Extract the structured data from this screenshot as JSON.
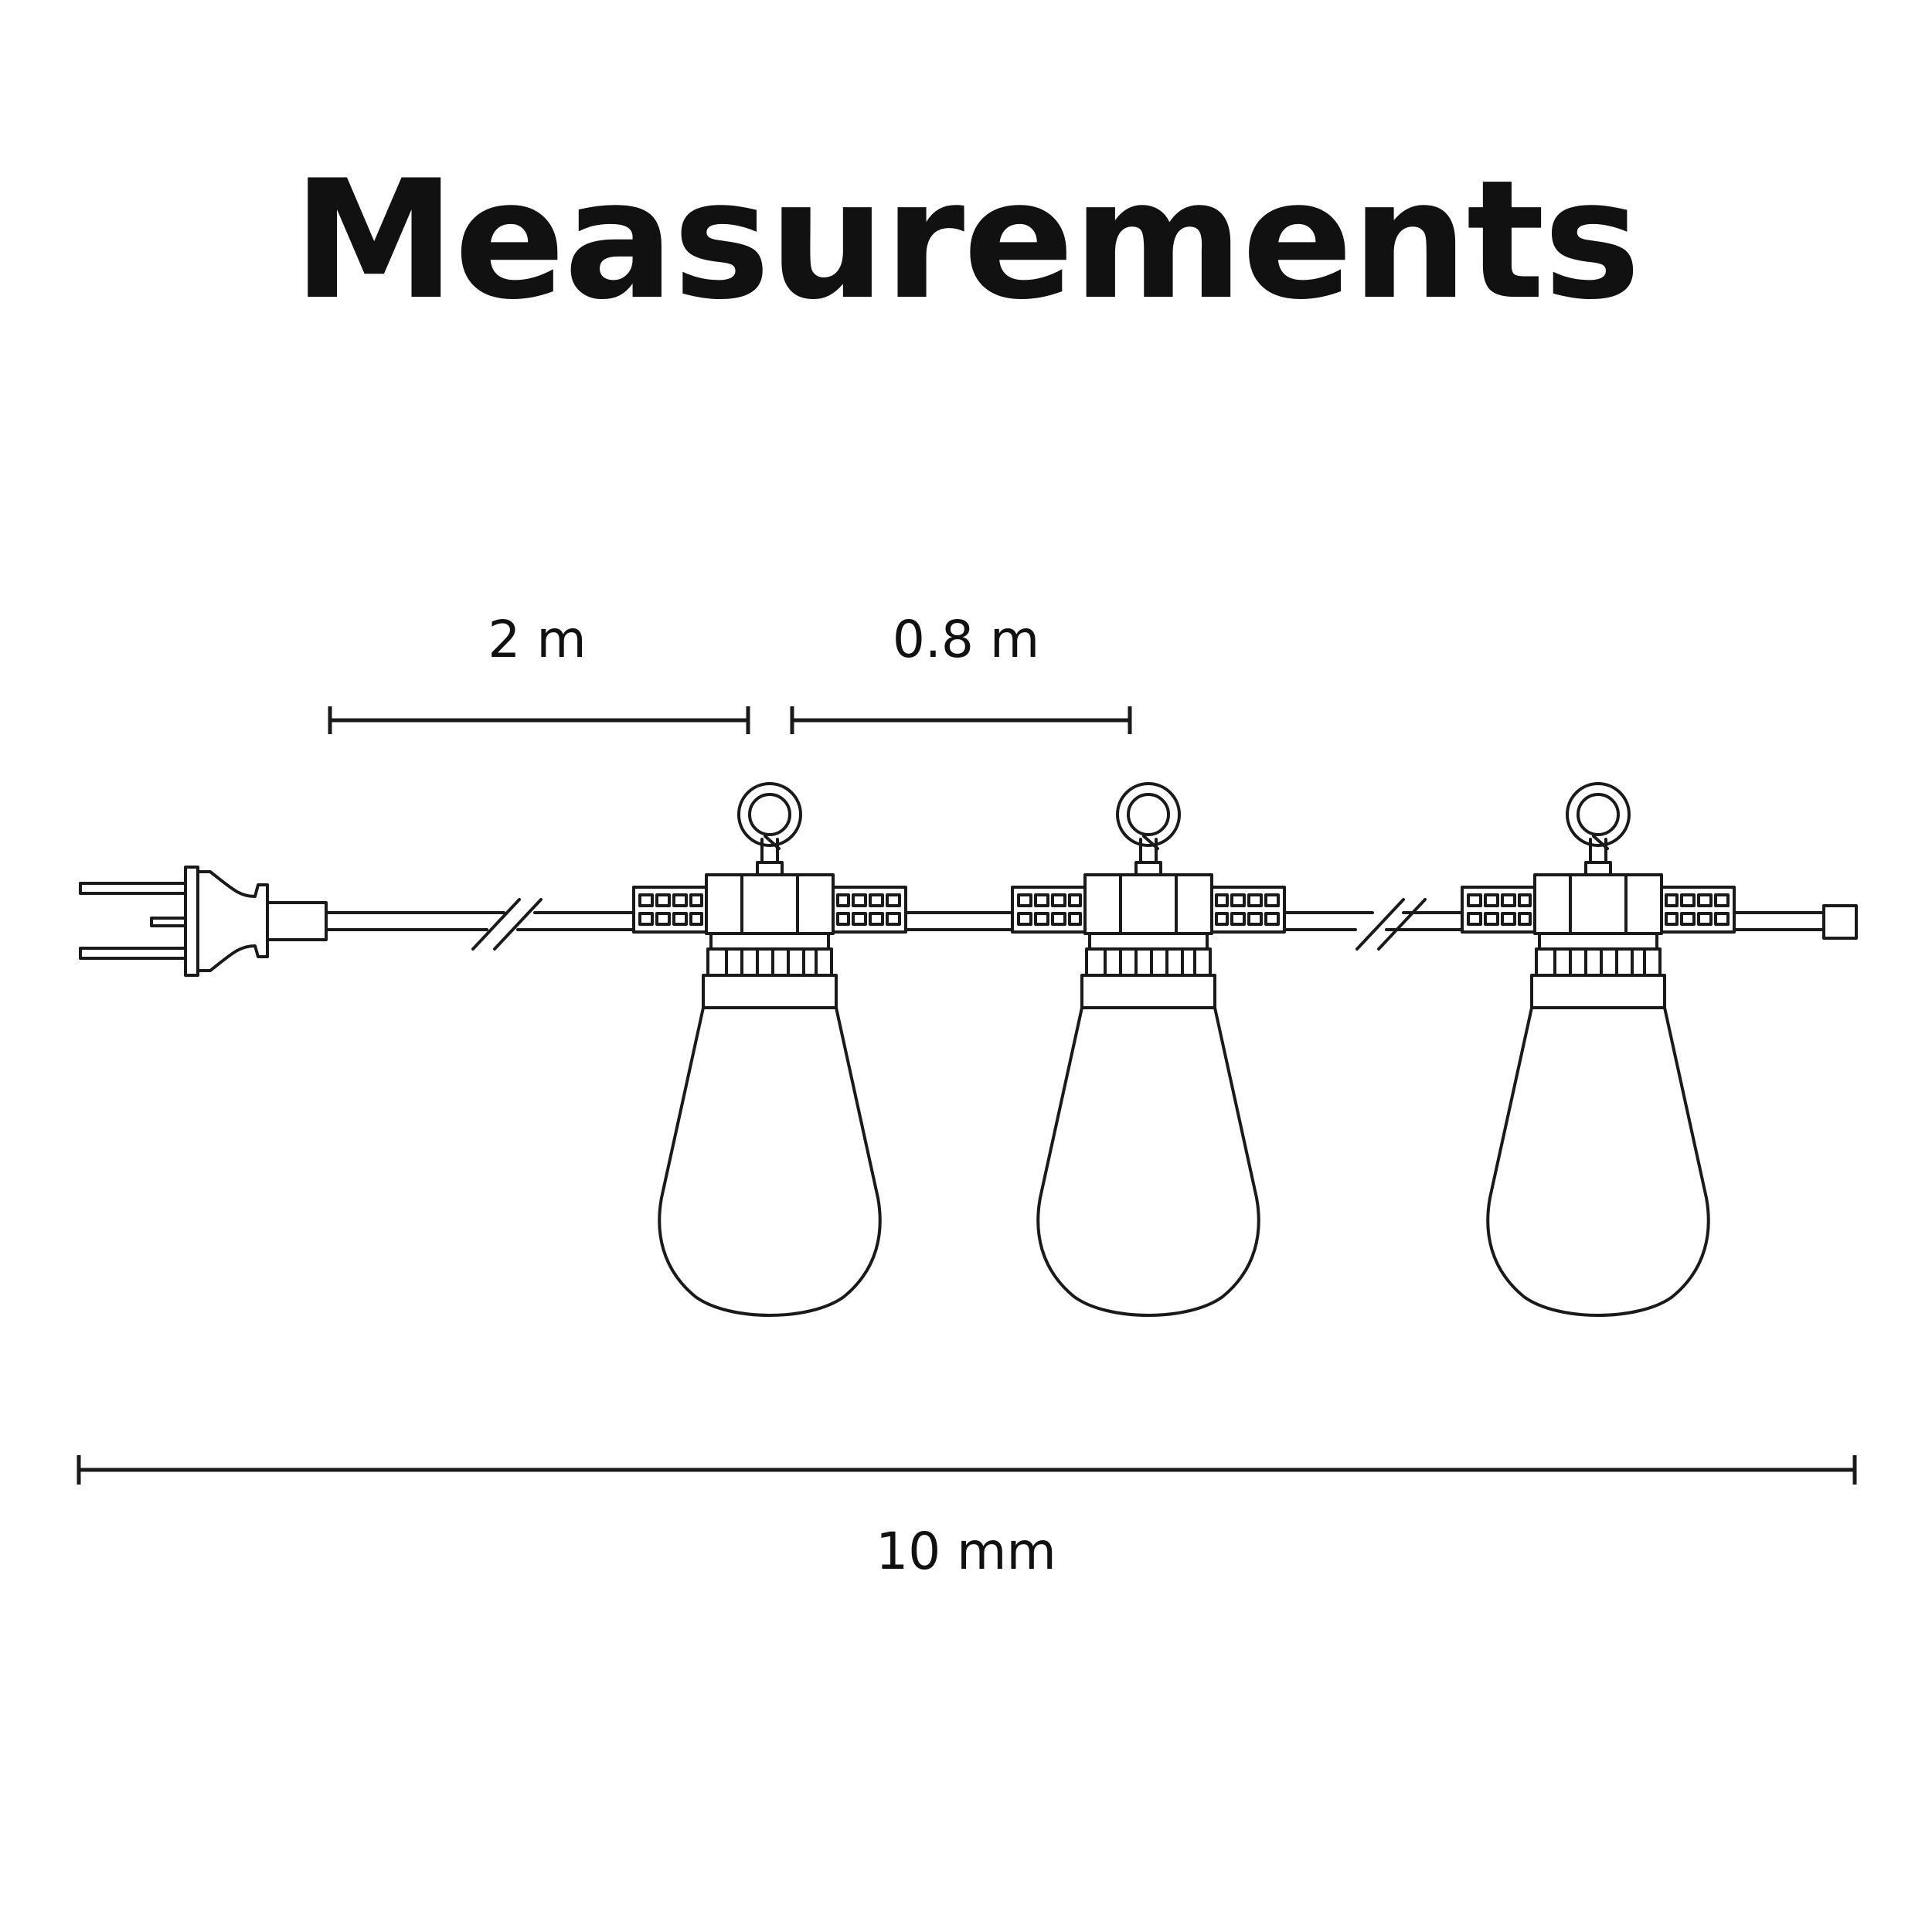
{
  "title": "Measurements",
  "dimensions": {
    "plug_to_first_bulb": "2 m",
    "bulb_spacing": "0.8 m",
    "total_length": "10 mm"
  },
  "colors": {
    "line": "#1a1a1a",
    "background": "#ffffff"
  },
  "icons": [
    "plug-icon",
    "bulb-icon",
    "cable-break-icon",
    "end-cap-icon"
  ]
}
